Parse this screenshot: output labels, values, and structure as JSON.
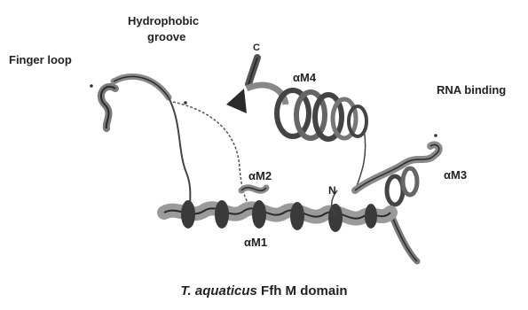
{
  "labels": {
    "finger_loop": "Finger loop",
    "hydrophobic_groove_line1": "Hydrophobic",
    "hydrophobic_groove_line2": "groove",
    "c_terminus": "C",
    "helix_m4": "αM4",
    "rna_binding": "RNA binding",
    "helix_m2": "αM2",
    "n_terminus": "N",
    "helix_m3": "αM3",
    "helix_m1": "αM1"
  },
  "caption": {
    "species": "T. aquaticus",
    "rest": " Ffh M domain"
  },
  "colors": {
    "ribbon_dark": "#3a3a3a",
    "ribbon_light": "#9a9a9a",
    "loop": "#5a5a5a"
  }
}
